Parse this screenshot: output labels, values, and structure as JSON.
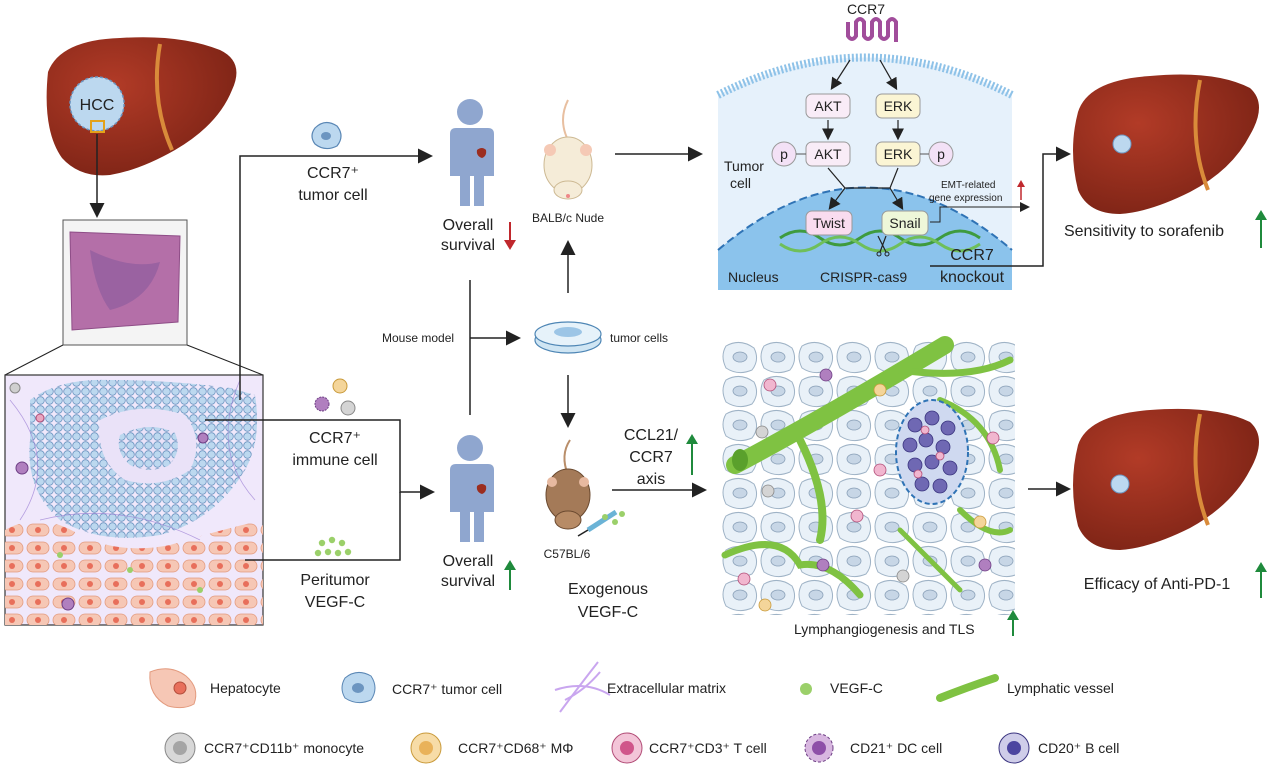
{
  "labels": {
    "hcc": "HCC",
    "ccr7_top": "CCR7",
    "tumor_cell_1": "CCR7⁺",
    "tumor_cell_2": "tumor cell",
    "overall_1": "Overall",
    "survival_1": "survival",
    "overall_2": "Overall",
    "survival_2": "survival",
    "balb": "BALB/c Nude",
    "mouse_model": "Mouse model",
    "tumor_cells": "tumor cells",
    "immune_1": "CCR7⁺",
    "immune_2": "immune cell",
    "peritumor_1": "Peritumor",
    "peritumor_2": "VEGF-C",
    "ccl21_1": "CCL21/",
    "ccl21_2": "CCR7",
    "ccl21_3": "axis",
    "c57": "C57BL/6",
    "exo_1": "Exogenous",
    "exo_2": "VEGF-C",
    "akt_1": "AKT",
    "akt_2": "AKT",
    "erk_1": "ERK",
    "erk_2": "ERK",
    "p_left": "p",
    "p_right": "p",
    "tumor_cell_lbl_1": "Tumor",
    "tumor_cell_lbl_2": "cell",
    "emt_1": "EMT-related",
    "emt_2": "gene expression",
    "twist": "Twist",
    "snail": "Snail",
    "nucleus": "Nucleus",
    "crispr": "CRISPR-cas9",
    "ko_1": "CCR7",
    "ko_2": "knockout",
    "sorafenib": "Sensitivity to sorafenib",
    "lymph_tls": "Lymphangiogenesis and TLS",
    "anti_pd1": "Efficacy of Anti-PD-1"
  },
  "legend": [
    {
      "icon": "hepatocyte-icon",
      "label": "Hepatocyte"
    },
    {
      "icon": "ccr7-tumor-cell-icon",
      "label": "CCR7⁺ tumor cell"
    },
    {
      "icon": "extracellular-matrix-icon",
      "label": "Extracellular matrix"
    },
    {
      "icon": "vegf-c-icon",
      "label": "VEGF-C"
    },
    {
      "icon": "lymphatic-vessel-icon",
      "label": "Lymphatic vessel"
    },
    {
      "icon": "monocyte-icon",
      "label": "CCR7⁺CD11b⁺ monocyte"
    },
    {
      "icon": "macrophage-icon",
      "label": "CCR7⁺CD68⁺ MΦ"
    },
    {
      "icon": "t-cell-icon",
      "label": "CCR7⁺CD3⁺ T cell"
    },
    {
      "icon": "dc-cell-icon",
      "label": "CD21⁺ DC cell"
    },
    {
      "icon": "b-cell-icon",
      "label": "CD20⁺ B cell"
    }
  ],
  "colors": {
    "liver": "#9b2d1f",
    "tumor": "#bcd8ef",
    "arrow_up_green": "#1f8a3c",
    "arrow_down_red": "#c0282d",
    "lymphatic": "#7fc242",
    "person": "#8fa6cf"
  }
}
